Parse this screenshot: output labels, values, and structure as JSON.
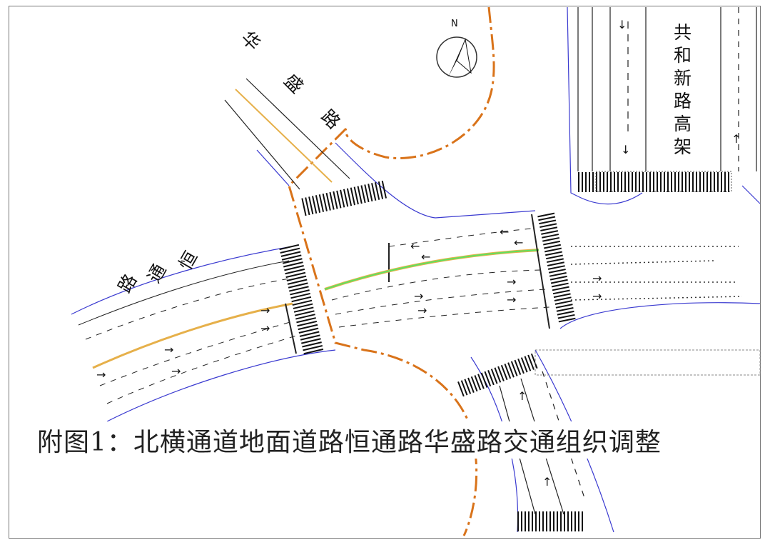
{
  "caption": "附图1：北横通道地面道路恒通路华盛路交通组织调整",
  "roads": {
    "huasheng": [
      "华",
      "盛",
      "路"
    ],
    "hengtong": [
      "恒",
      "通",
      "路"
    ],
    "gonghexin": [
      "共",
      "和",
      "新",
      "路",
      "高",
      "架"
    ]
  },
  "compass": {
    "label": "N"
  },
  "colors": {
    "road_edge": "#3a3ad0",
    "boundary": "#d9731a",
    "median": "#e6b04a",
    "highlight": "#5fe05f"
  }
}
